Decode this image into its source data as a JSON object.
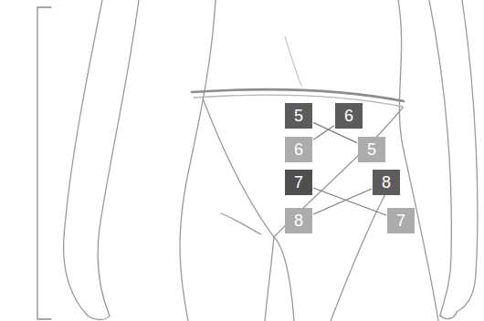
{
  "diagram": {
    "nodes": [
      {
        "text": [
          "5"
        ]
      },
      {
        "text": [
          "6"
        ]
      },
      {
        "text": [
          "6"
        ]
      },
      {
        "text": [
          "5"
        ]
      },
      {
        "text": [
          "7"
        ]
      },
      {
        "text": [
          "8"
        ]
      },
      {
        "text": [
          "8"
        ]
      },
      {
        "text": [
          "7"
        ]
      }
    ],
    "edges": [
      {
        "from": 0,
        "to": 3,
        "arrow": "none"
      },
      {
        "from": 1,
        "to": 2,
        "arrow": "none"
      },
      {
        "from": 4,
        "to": 7,
        "arrow": "none"
      },
      {
        "from": 5,
        "to": 6,
        "arrow": "none"
      }
    ]
  }
}
